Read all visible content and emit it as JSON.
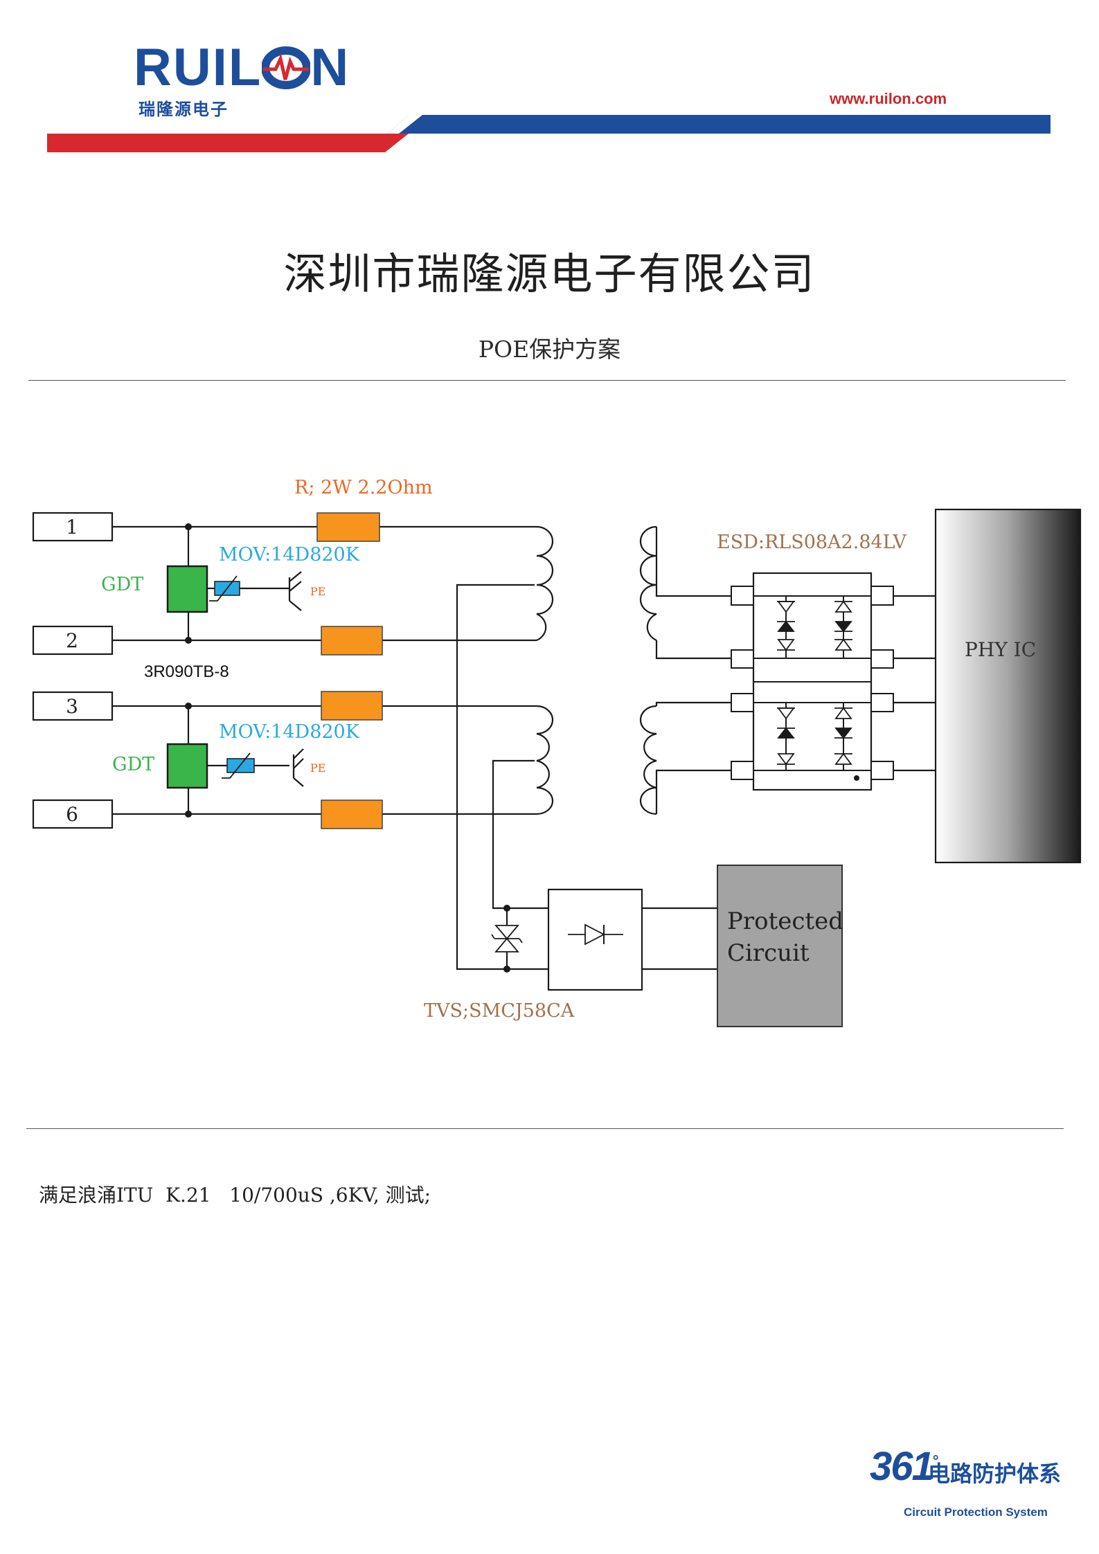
{
  "header": {
    "brand": "RUIL",
    "brand_tail": "N",
    "brand_cn": "瑞隆源电子",
    "website": "www.ruilon.com",
    "colors": {
      "brand_blue": "#1d4e9c",
      "brand_red": "#d7282f"
    }
  },
  "document": {
    "company": "深圳市瑞隆源电子有限公司",
    "title": "POE保护方案",
    "note": "满足浪涌ITU  K.21   10/700uS ,6KV, 测试;"
  },
  "diagram": {
    "labels": {
      "resistor": "R; 2W  2.2Ohm",
      "mov_top": "MOV:14D820K",
      "mov_bottom": "MOV:14D820K",
      "gdt_top": "GDT",
      "gdt_bottom": "GDT",
      "pe_top": "PE",
      "pe_bottom": "PE",
      "gdt_part": "3R090TB-8",
      "esd": "ESD:RLS08A2.84LV",
      "phy": "PHY IC",
      "protected_line1": "Protected",
      "protected_line2": "Circuit",
      "tvs": "TVS;SMCJ58CA"
    },
    "pins": [
      "1",
      "2",
      "3",
      "6"
    ],
    "colors": {
      "resistor": "#f7941d",
      "gdt": "#39b54a",
      "mov": "#29a9e1",
      "label_orange": "#f26522",
      "label_blue": "#29a9e1",
      "label_green": "#39b54a",
      "label_brown": "#a0724c",
      "protected_fill": "#a3a3a3"
    }
  },
  "footer": {
    "number": "361",
    "degree": "°",
    "title": "电路防护体系",
    "subtitle": "Circuit Protection System"
  }
}
